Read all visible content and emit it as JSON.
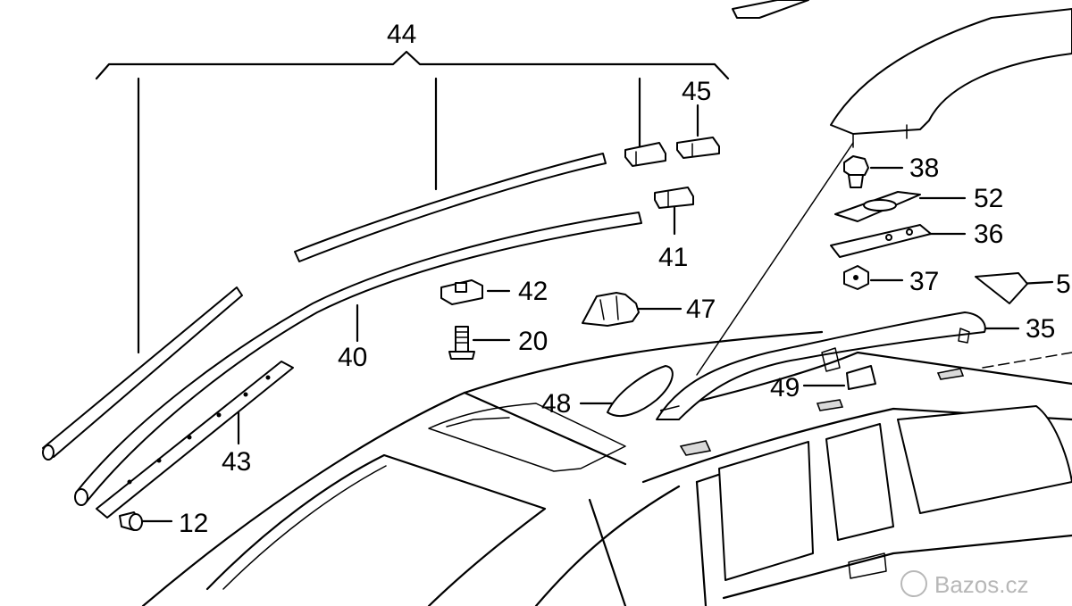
{
  "diagram": {
    "labels": {
      "p44": "44",
      "p45": "45",
      "p41": "41",
      "p42": "42",
      "p20": "20",
      "p40": "40",
      "p43": "43",
      "p12": "12",
      "p47": "47",
      "p48": "48",
      "p49": "49",
      "p38": "38",
      "p52": "52",
      "p36": "36",
      "p37": "37",
      "p35": "35",
      "p5": "5"
    },
    "watermark": "Bazos.cz"
  }
}
